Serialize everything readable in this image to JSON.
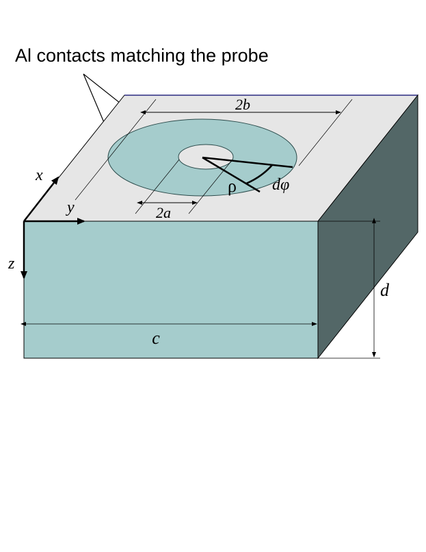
{
  "caption": "Al contacts matching the probe",
  "labels": {
    "outer_diameter": "2b",
    "inner_diameter": "2a",
    "axis_x": "x",
    "axis_y": "y",
    "axis_z": "z",
    "radius": "ρ",
    "angle": "dφ",
    "width": "c",
    "thickness": "d"
  },
  "colors": {
    "top_face": "#e6e6e6",
    "front_face": "#a5cccc",
    "side_face": "#536767",
    "ring": "#a5cccc",
    "inner_dot": "#e6e6e6",
    "line": "#000000"
  }
}
